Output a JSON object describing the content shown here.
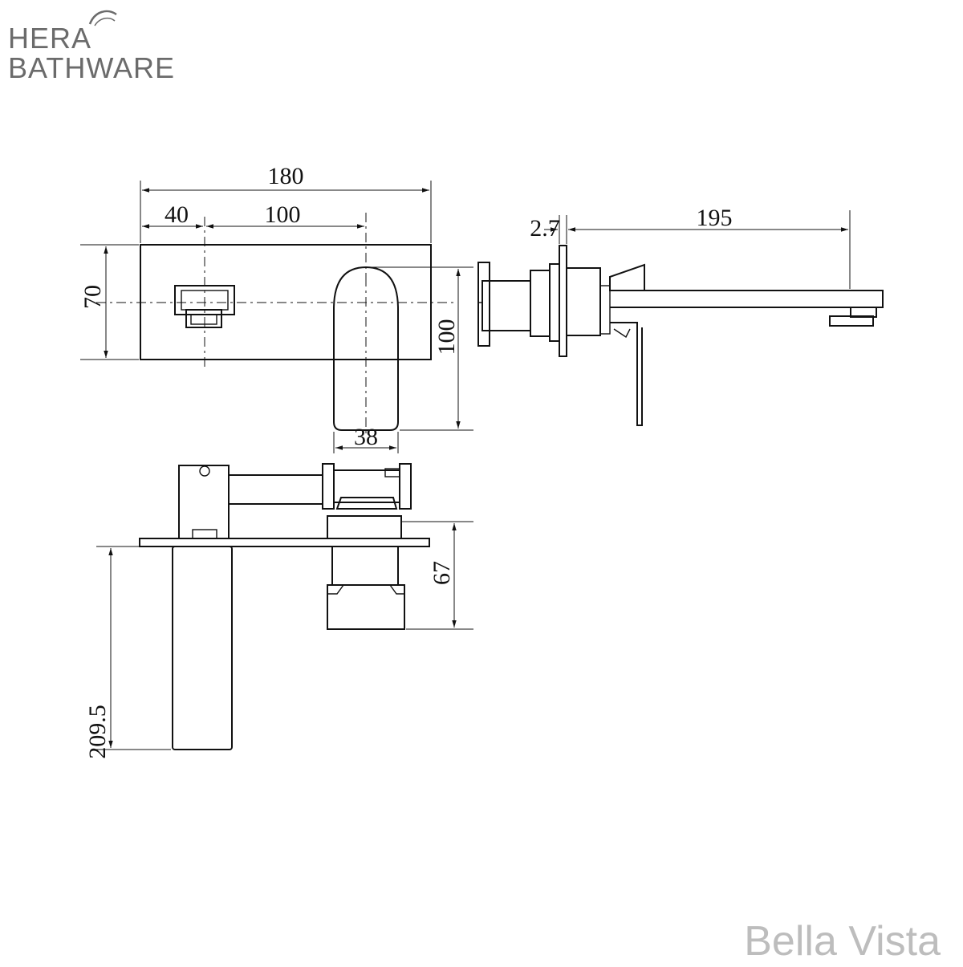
{
  "brand": {
    "line1": "HERA",
    "line2": "BATHWARE",
    "color": "#6b6b6b"
  },
  "watermark": {
    "text": "Bella Vista",
    "color": "#bdbdbd"
  },
  "dimensions": {
    "overall_plate_width": "180",
    "handle_offset": "40",
    "centre_spacing": "100",
    "plate_height": "70",
    "lever_height": "100",
    "lever_width": "38",
    "plate_thickness": "2.7",
    "spout_reach": "195",
    "body_depth": "67",
    "spout_length": "209.5"
  }
}
